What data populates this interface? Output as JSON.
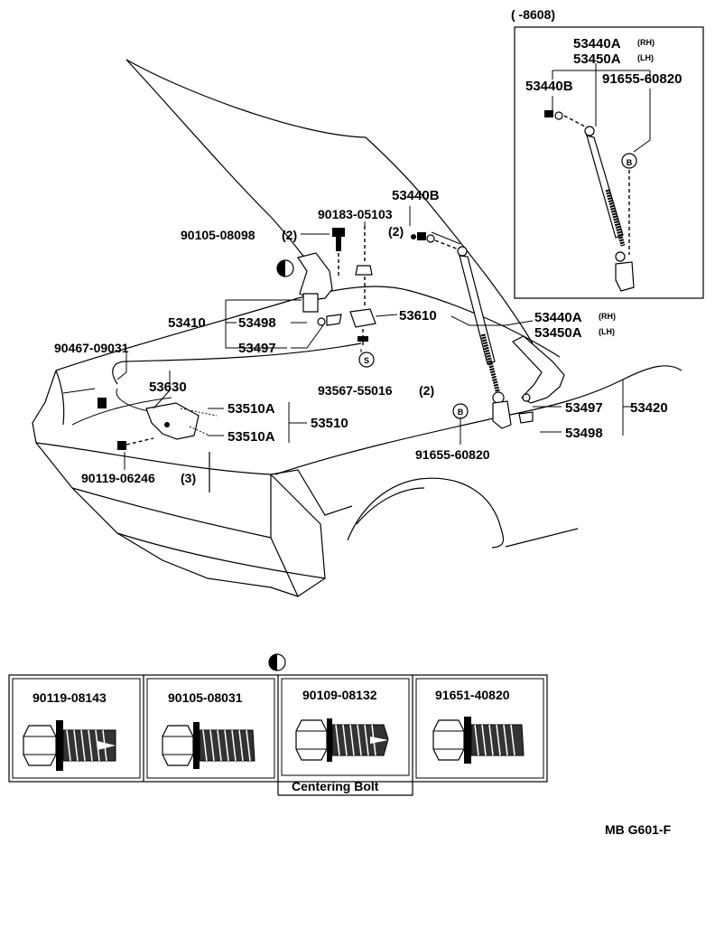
{
  "inset": {
    "date_range": "(        -8608)",
    "strut_rh_code": "53440A",
    "strut_lh_code": "53450A",
    "rh_suffix": "(RH)",
    "lh_suffix": "(LH)",
    "ball_stud": "53440B",
    "bolt": "91655-60820",
    "marker": "B"
  },
  "callouts": {
    "p90105_08098": "90105-08098",
    "p90105_08098_qty": "(2)",
    "p90183_05103": "90183-05103",
    "p53440b": "53440B",
    "p53440b_qty": "(2)",
    "p53410": "53410",
    "p53498_left": "53498",
    "p53497_left": "53497",
    "p53610": "53610",
    "p53440a_main": "53440A",
    "p53450a_main": "53450A",
    "rh_suffix": "(RH)",
    "lh_suffix": "(LH)",
    "p90467_09031": "90467-09031",
    "p53630": "53630",
    "p93567_55016": "93567-55016",
    "p93567_55016_qty": "(2)",
    "p53510a_top": "53510A",
    "p53510": "53510",
    "p53510a_bottom": "53510A",
    "p53497_right": "53497",
    "p53420": "53420",
    "p53498_right": "53498",
    "p91655_60820_main": "91655-60820",
    "p90119_06246": "90119-06246",
    "p90119_06246_qty": "(3)",
    "marker_b": "B",
    "marker_s": "S"
  },
  "bolt_table": {
    "items": [
      {
        "part_no": "90119-08143",
        "caption": ""
      },
      {
        "part_no": "90105-08031",
        "caption": ""
      },
      {
        "part_no": "90109-08132",
        "caption": "Centering Bolt"
      },
      {
        "part_no": "91651-40820",
        "caption": ""
      }
    ]
  },
  "figure_code": "MB G601-F"
}
